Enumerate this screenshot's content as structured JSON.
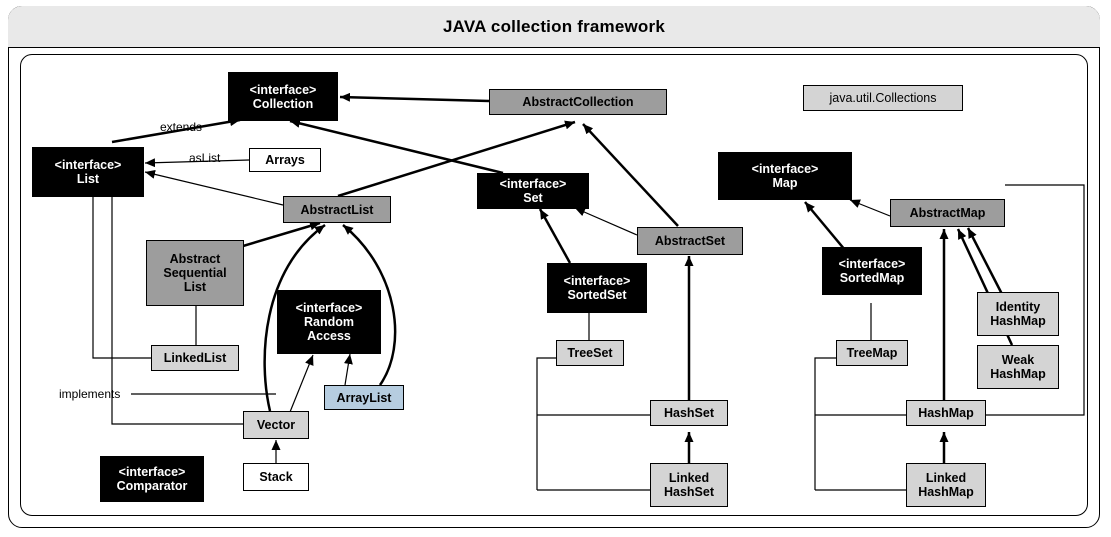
{
  "diagram": {
    "title": "JAVA collection framework",
    "edge_labels": [
      {
        "id": "extends",
        "text": "extends"
      },
      {
        "id": "aslist",
        "text": "asList"
      },
      {
        "id": "implements",
        "text": "implements"
      }
    ],
    "nodes": [
      {
        "id": "collection",
        "lines": [
          "<interface>",
          "Collection"
        ],
        "style": "black"
      },
      {
        "id": "abstract-collection",
        "lines": [
          "AbstractCollection"
        ],
        "style": "gray"
      },
      {
        "id": "java-util-collections",
        "lines": [
          "java.util.Collections"
        ],
        "style": "lgray"
      },
      {
        "id": "list",
        "lines": [
          "<interface>",
          "List"
        ],
        "style": "black"
      },
      {
        "id": "arrays",
        "lines": [
          "Arrays"
        ],
        "style": "white"
      },
      {
        "id": "abstract-list",
        "lines": [
          "AbstractList"
        ],
        "style": "gray"
      },
      {
        "id": "abstract-sequential-list",
        "lines": [
          "Abstract",
          "Sequential",
          "List"
        ],
        "style": "gray"
      },
      {
        "id": "random-access",
        "lines": [
          "<interface>",
          "Random",
          "Access"
        ],
        "style": "black"
      },
      {
        "id": "linkedlist",
        "lines": [
          "LinkedList"
        ],
        "style": "lgray"
      },
      {
        "id": "arraylist",
        "lines": [
          "ArrayList"
        ],
        "style": "blue"
      },
      {
        "id": "vector",
        "lines": [
          "Vector"
        ],
        "style": "lgray"
      },
      {
        "id": "stack",
        "lines": [
          "Stack"
        ],
        "style": "white"
      },
      {
        "id": "comparator",
        "lines": [
          "<interface>",
          "Comparator"
        ],
        "style": "black"
      },
      {
        "id": "set",
        "lines": [
          "<interface>",
          "Set"
        ],
        "style": "black"
      },
      {
        "id": "abstract-set",
        "lines": [
          "AbstractSet"
        ],
        "style": "gray"
      },
      {
        "id": "sorted-set",
        "lines": [
          "<interface>",
          "SortedSet"
        ],
        "style": "black"
      },
      {
        "id": "treeset",
        "lines": [
          "TreeSet"
        ],
        "style": "lgray"
      },
      {
        "id": "hashset",
        "lines": [
          "HashSet"
        ],
        "style": "lgray"
      },
      {
        "id": "linked-hashset",
        "lines": [
          "Linked",
          "HashSet"
        ],
        "style": "lgray"
      },
      {
        "id": "map",
        "lines": [
          "<interface>",
          "Map"
        ],
        "style": "black"
      },
      {
        "id": "abstract-map",
        "lines": [
          "AbstractMap"
        ],
        "style": "gray"
      },
      {
        "id": "sorted-map",
        "lines": [
          "<interface>",
          "SortedMap"
        ],
        "style": "black"
      },
      {
        "id": "treemap",
        "lines": [
          "TreeMap"
        ],
        "style": "lgray"
      },
      {
        "id": "identity-hashmap",
        "lines": [
          "Identity",
          "HashMap"
        ],
        "style": "lgray"
      },
      {
        "id": "weak-hashmap",
        "lines": [
          "Weak",
          "HashMap"
        ],
        "style": "lgray"
      },
      {
        "id": "hashmap",
        "lines": [
          "HashMap"
        ],
        "style": "lgray"
      },
      {
        "id": "linked-hashmap",
        "lines": [
          "Linked",
          "HashMap"
        ],
        "style": "lgray"
      }
    ]
  }
}
